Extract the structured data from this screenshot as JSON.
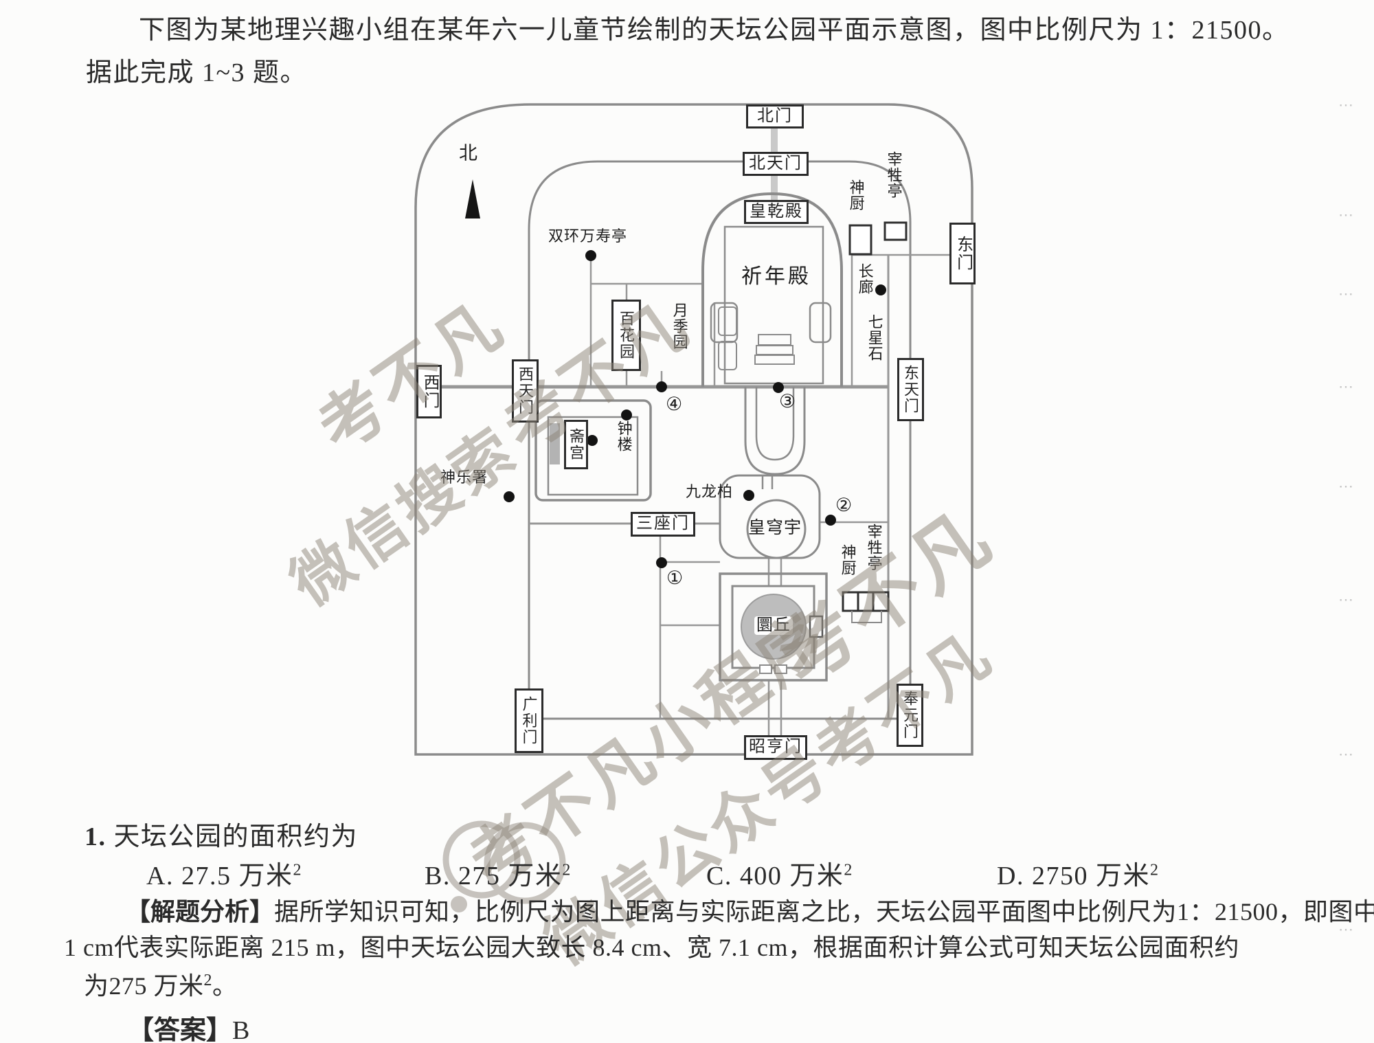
{
  "intro": {
    "line1": "下图为某地理兴趣小组在某年六一儿童节绘制的天坛公园平面示意图，图中比例尺为 1：21500。",
    "line2": "据此完成 1~3 题。"
  },
  "map": {
    "compass": "北",
    "boxed": {
      "north_gate": "北门",
      "north_heaven_gate": "北天门",
      "huangqian_hall": "皇乾殿",
      "three_arch_gate": "三座门",
      "zhaoheng_gate": "昭亨门",
      "west_gate": "西门",
      "west_heaven_gate": "西天门",
      "east_gate": "东门",
      "east_heaven_gate": "东天门",
      "guangli_gate": "广利门",
      "fengyuan_gate": "奉元门",
      "hundred_flower_garden": "百花园",
      "zhai_palace": "斋宫"
    },
    "plain": {
      "shuanghuan_pavilion": "双环万寿亭",
      "rose_garden": "月季园",
      "qinian_hall": "祈年殿",
      "divine_kitchen_ne": "神厨",
      "slaughter_pavilion_ne": "宰牲亭",
      "long_corridor": "长廊",
      "seven_star_stones": "七星石",
      "bell_tower": "钟楼",
      "shenyue_office": "神乐署",
      "nine_dragon_cypress": "九龙柏",
      "huangqiong_hall": "皇穹宇",
      "circular_mound": "圜丘",
      "divine_kitchen_se": "神厨",
      "slaughter_pavilion_se": "宰牲亭"
    },
    "markers": {
      "m1": "①",
      "m2": "②",
      "m3": "③",
      "m4": "④"
    }
  },
  "question": {
    "number": "1.",
    "stem": "天坛公园的面积约为",
    "options": [
      {
        "text": "A. 27.5 万米",
        "sup": "2"
      },
      {
        "text": "B. 275 万米",
        "sup": "2"
      },
      {
        "text": "C. 400 万米",
        "sup": "2"
      },
      {
        "text": "D. 2750 万米",
        "sup": "2"
      }
    ]
  },
  "analysis": {
    "tag": "【解题分析】",
    "line1": "据所学知识可知，比例尺为图上距离与实际距离之比，天坛公园平面图中比例尺为1：21500，即图中",
    "line2": "1 cm代表实际距离 215 m，图中天坛公园大致长 8.4 cm、宽 7.1 cm，根据面积计算公式可知天坛公园面积约",
    "line3_pre": "为275 万米",
    "line3_sup": "2",
    "line3_post": "。"
  },
  "answer": {
    "tag": "【答案】",
    "value": "B"
  },
  "watermarks": {
    "wm1": "考不凡",
    "wm2": "考不凡",
    "wm3": "微信搜索",
    "wm4": "考不凡小程序",
    "wm5": "考不凡",
    "wm6": "微信公众号考不凡"
  },
  "artifacts": {
    "dash": "⋯"
  }
}
